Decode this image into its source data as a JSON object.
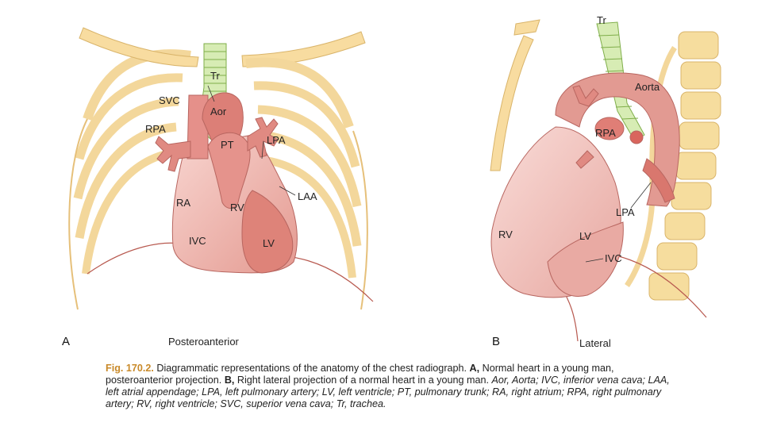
{
  "panel_a": {
    "letter": "A",
    "view": "Posteroanterior",
    "labels": {
      "tr": "Tr",
      "svc": "SVC",
      "aor": "Aor",
      "rpa": "RPA",
      "pt": "PT",
      "lpa": "LPA",
      "laa": "LAA",
      "ra": "RA",
      "rv": "RV",
      "ivc": "IVC",
      "lv": "LV"
    }
  },
  "panel_b": {
    "letter": "B",
    "view": "Lateral",
    "labels": {
      "tr": "Tr",
      "aorta": "Aorta",
      "rpa": "RPA",
      "lpa": "LPA",
      "rv": "RV",
      "lv": "LV",
      "ivc": "IVC"
    }
  },
  "caption": {
    "fig_number": "Fig. 170.2.",
    "intro": " Diagrammatic representations of the anatomy of the chest radiograph. ",
    "a_letter": "A,",
    "a_text": " Normal heart in a young man, posteroanterior projection. ",
    "b_letter": "B,",
    "b_text": " Right lateral projection of a normal heart in a young man. ",
    "abbreviations": "Aor, Aorta; IVC, inferior vena cava; LAA, left atrial appendage; LPA, left pulmonary artery; LV, left ventricle; PT, pulmonary trunk; RA, right atrium; RPA, right pulmonary artery; RV, right ventricle; SVC, superior vena cava; Tr, trachea."
  },
  "colors": {
    "bone": "#f8dca0",
    "bone_stroke": "#d9b46a",
    "trachea": "#c8e6a0",
    "heart_light": "#f5c7c2",
    "heart_mid": "#e89a92",
    "heart_dark": "#d9776e",
    "outline": "#a8504a",
    "fig_accent": "#c98a2a"
  }
}
